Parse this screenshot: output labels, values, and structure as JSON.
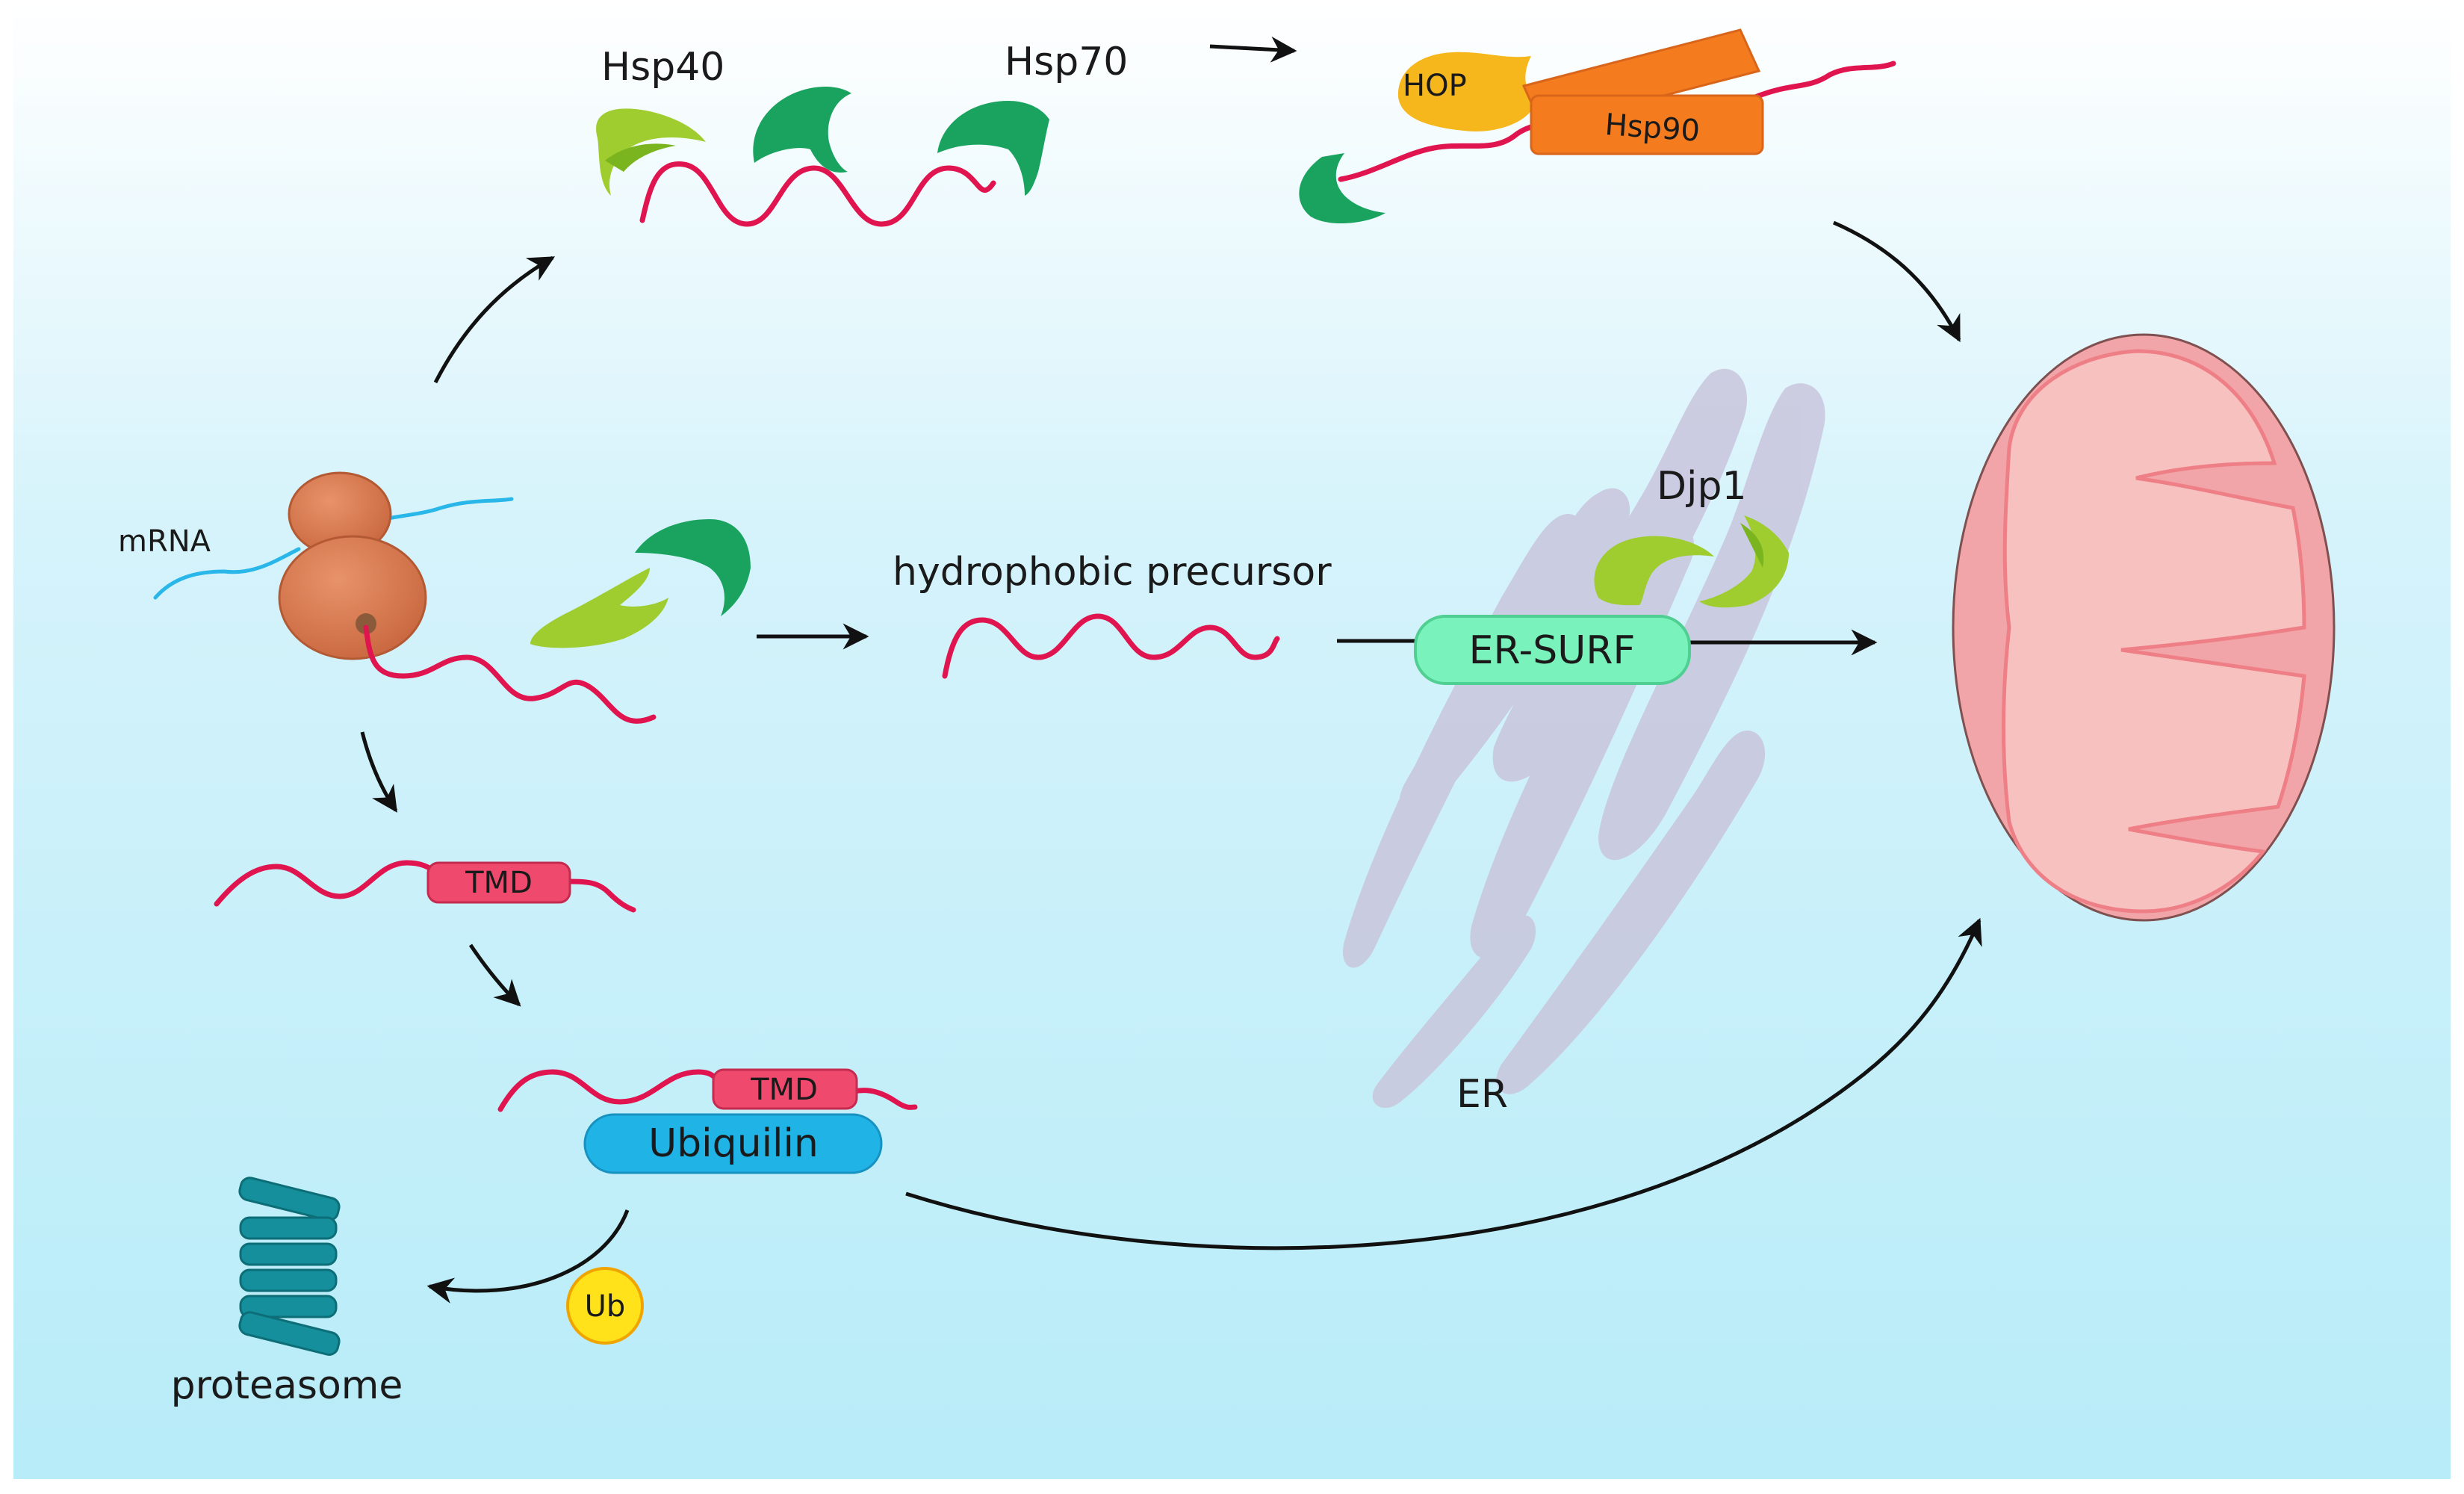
{
  "colors": {
    "background_top": "#ffffff",
    "background_bottom": "#b7ecf8",
    "precursor_chain": "#e0154f",
    "mrna": "#29b6e8",
    "ribosome": "#d9784e",
    "chaperone_dark": "#1aa35f",
    "chaperone_light": "#9fcc2e",
    "hop": "#f5b71c",
    "hsp90": "#f47c1e",
    "tmd": "#ef4a6e",
    "ubiquilin": "#20b3e6",
    "er_surf": "#7af2bb",
    "er": "#c9c6dd",
    "mitochondrion_outer": "#f2a5a8",
    "mitochondrion_inner": "#f7c1c0",
    "ub": "#ffe21a",
    "proteasome": "#148f9b"
  },
  "labels": {
    "hsp40": "Hsp40",
    "hsp70": "Hsp70",
    "hop": "HOP",
    "hsp90": "Hsp90",
    "mrna": "mRNA",
    "hydrophobic_precursor": "hydrophobic precursor",
    "djp1": "Djp1",
    "er_surf": "ER-SURF",
    "tmd_1": "TMD",
    "tmd_2": "TMD",
    "ubiquilin": "Ubiquilin",
    "er": "ER",
    "ub": "Ub",
    "proteasome": "proteasome"
  }
}
